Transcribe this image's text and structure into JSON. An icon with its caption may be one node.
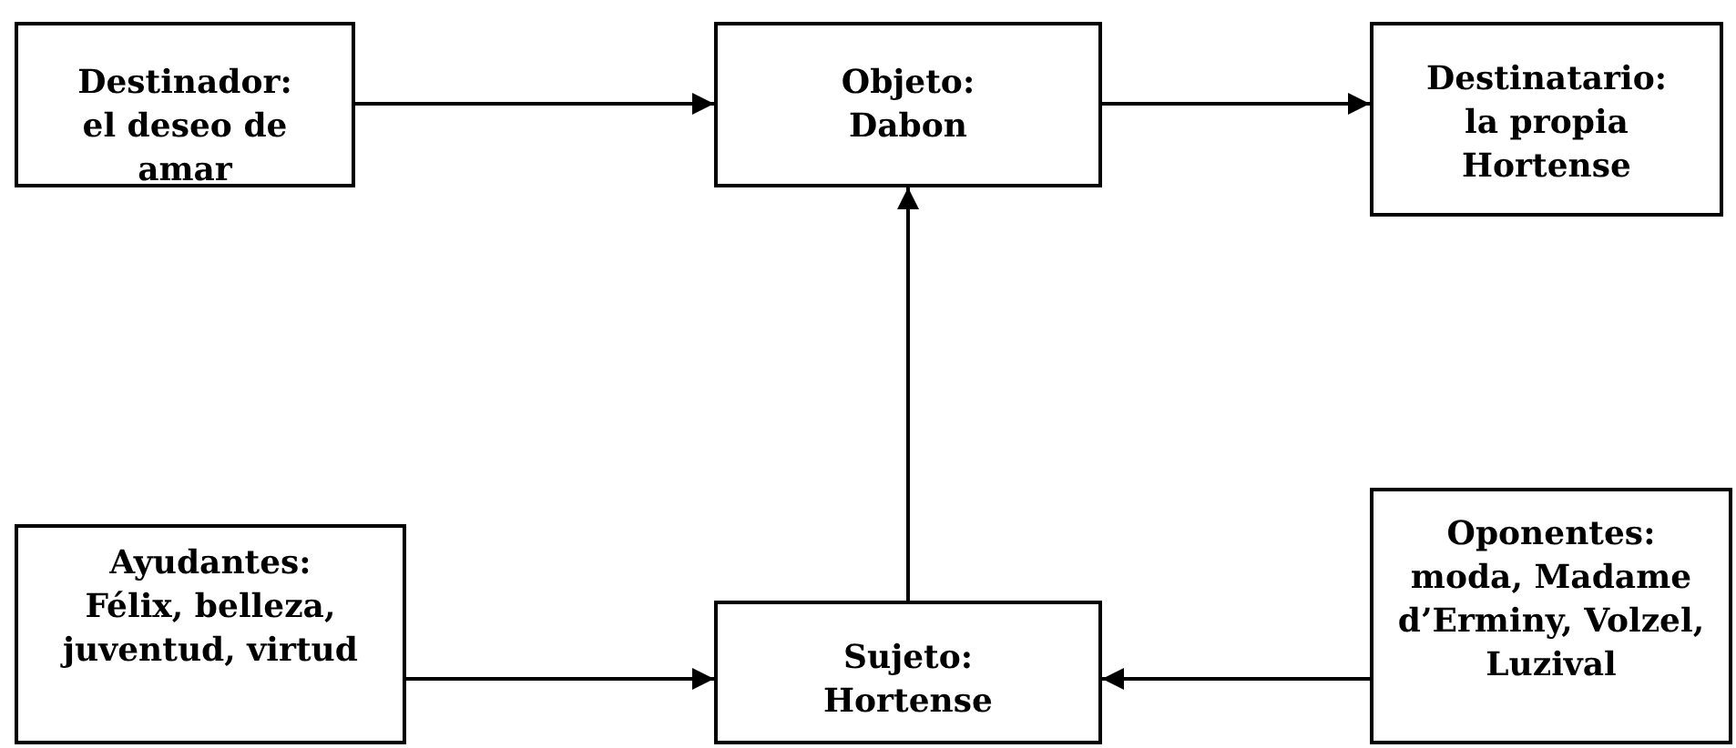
{
  "diagram": {
    "nodes": [
      {
        "text": [
          "Destinador:",
          "el deseo de amar"
        ]
      },
      {
        "text": [
          "Objeto:",
          "Dabon"
        ]
      },
      {
        "text": [
          "Destinatario:",
          "la propia Hortense"
        ]
      },
      {
        "text": [
          "Ayudantes:",
          "Félix, belleza, juventud, virtud"
        ]
      },
      {
        "text": [
          "Sujeto:",
          "Hortense"
        ]
      },
      {
        "text": [
          "Oponentes:",
          "moda, Madame d’Erminy, Volzel, Luzival"
        ]
      }
    ],
    "edges": [
      {
        "from": 0,
        "to": 1,
        "arrow": "to"
      },
      {
        "from": 1,
        "to": 2,
        "arrow": "to"
      },
      {
        "from": 4,
        "to": 1,
        "arrow": "to"
      },
      {
        "from": 3,
        "to": 4,
        "arrow": "to"
      },
      {
        "from": 5,
        "to": 4,
        "arrow": "to"
      }
    ]
  }
}
